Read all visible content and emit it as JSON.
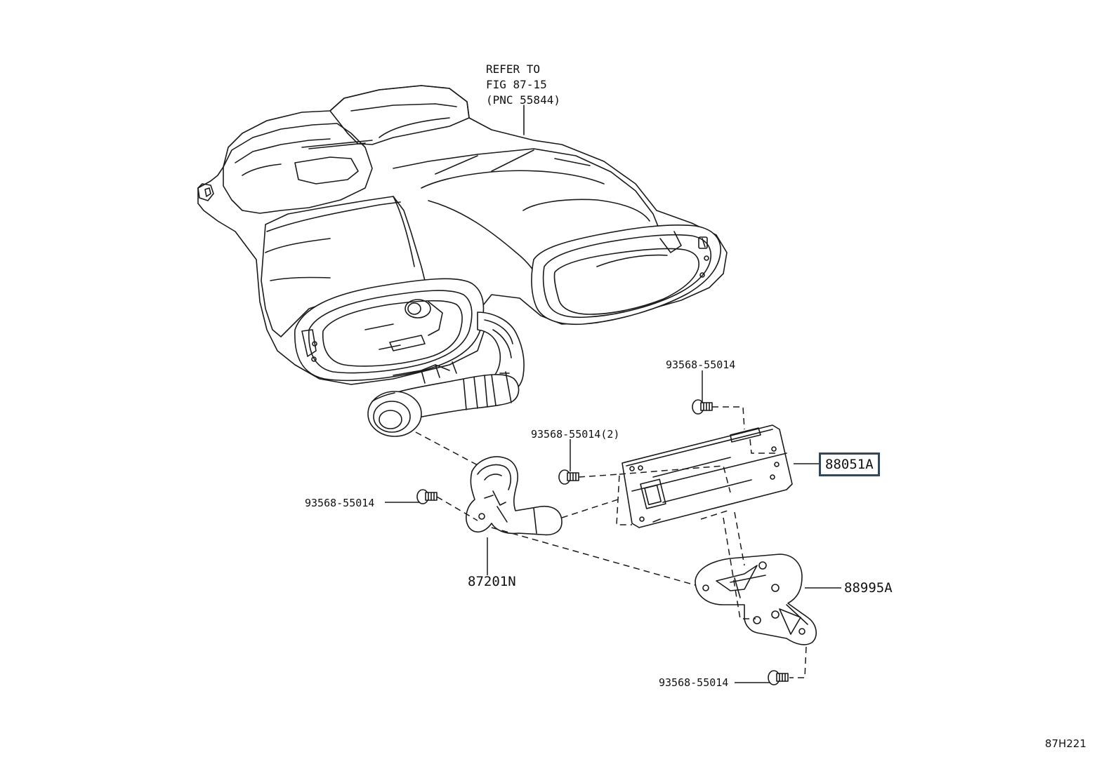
{
  "reference_note": {
    "line1": "REFER TO",
    "line2": "FIG 87-15",
    "line3": "(PNC 55844)"
  },
  "part_labels": {
    "bolt_top": "93568-55014",
    "bolt_mid": "93568-55014(2)",
    "bolt_left": "93568-55014",
    "bolt_bottom": "93568-55014",
    "module_highlight": "88051A",
    "hose": "87201N",
    "bracket": "88995A"
  },
  "figure_code": "87H221",
  "colors": {
    "line": "#1a1a1a",
    "highlight_border": "#33475b"
  }
}
